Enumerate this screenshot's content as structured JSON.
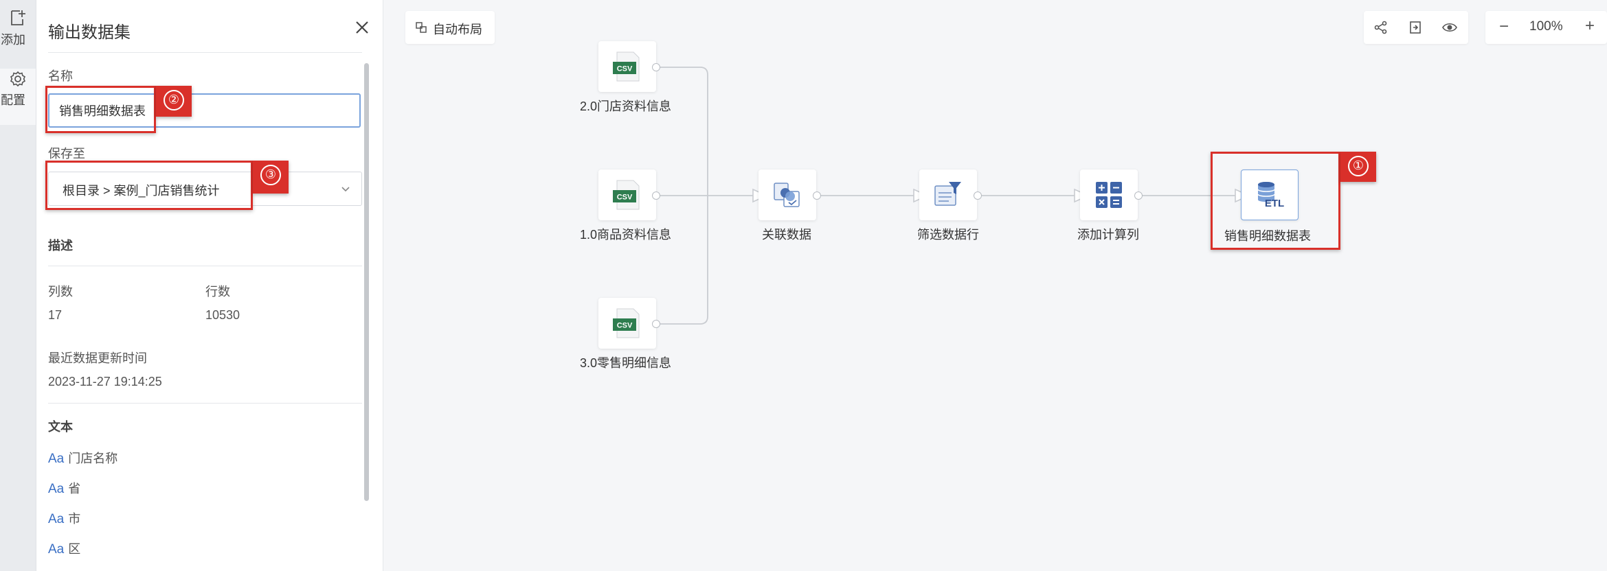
{
  "rail": {
    "add_label": "添加",
    "config_label": "配置"
  },
  "panel": {
    "title": "输出数据集",
    "name_label": "名称",
    "name_value": "销售明细数据表",
    "save_to_label": "保存至",
    "save_to_value": "根目录 > 案例_门店销售统计",
    "description_label": "描述",
    "columns_label": "列数",
    "columns_value": "17",
    "rows_label": "行数",
    "rows_value": "10530",
    "updated_label": "最近数据更新时间",
    "updated_value": "2023-11-27 19:14:25",
    "text_section_label": "文本",
    "field_prefix": "Aa",
    "fields": [
      "门店名称",
      "省",
      "市",
      "区"
    ]
  },
  "toolbar": {
    "auto_layout": "自动布局",
    "zoom": "100%",
    "zoom_out": "−",
    "zoom_in": "+"
  },
  "nodes": {
    "store": "2.0门店资料信息",
    "product": "1.0商品资料信息",
    "retail": "3.0零售明细信息",
    "join": "关联数据",
    "filter": "筛选数据行",
    "calc": "添加计算列",
    "output": "销售明细数据表",
    "csv_text": "CSV",
    "etl_text": "ETL"
  },
  "annotations": {
    "one": "①",
    "two": "②",
    "three": "③"
  },
  "colors": {
    "highlight_red": "#d9302a",
    "csv_green": "#2e7d4f",
    "accent_blue": "#3a6fc4"
  }
}
